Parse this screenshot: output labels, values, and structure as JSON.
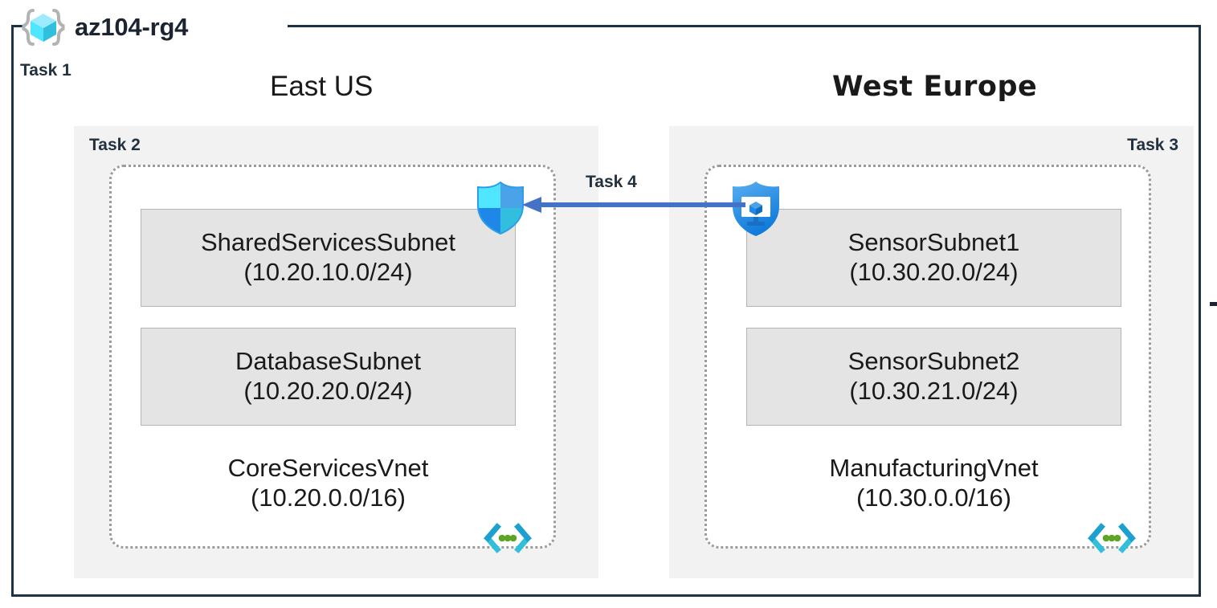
{
  "diagram": {
    "resource_group": {
      "name": "az104-rg4",
      "icon": "resource-group-icon",
      "task_label": "Task 1",
      "border_color": "#1b3247"
    },
    "regions": [
      {
        "id": "east",
        "title": "East US",
        "task_label": "Task 2",
        "background": "#f2f2f2",
        "vnet": {
          "name": "CoreServicesVnet",
          "cidr": "(10.20.0.0/16)",
          "icon": "virtual-network-icon",
          "subnets": [
            {
              "name": "SharedServicesSubnet",
              "cidr": "(10.20.10.0/24)"
            },
            {
              "name": "DatabaseSubnet",
              "cidr": "(10.20.20.0/24)"
            }
          ]
        }
      },
      {
        "id": "west",
        "title": "West Europe",
        "task_label": "Task 3",
        "background": "#f2f2f2",
        "vnet": {
          "name": "ManufacturingVnet",
          "cidr": "(10.30.0.0/16)",
          "icon": "virtual-network-icon",
          "subnets": [
            {
              "name": "SensorSubnet1",
              "cidr": "(10.30.20.0/24)"
            },
            {
              "name": "SensorSubnet2",
              "cidr": "(10.30.21.0/24)"
            }
          ]
        }
      }
    ],
    "icons": {
      "firewall": "firewall-shield-icon",
      "bastion": "bastion-shield-icon"
    },
    "connection": {
      "task_label": "Task 4",
      "direction": "right-to-left",
      "color": "#4472c4"
    },
    "colors": {
      "accent_blue": "#4472c4",
      "azure_cyan": "#32d4f5",
      "azure_blue": "#0078d4",
      "subnet_fill": "#e4e4e4",
      "region_fill": "#f2f2f2",
      "text_dark": "#1a1a1a",
      "task_text": "#23313f"
    }
  }
}
